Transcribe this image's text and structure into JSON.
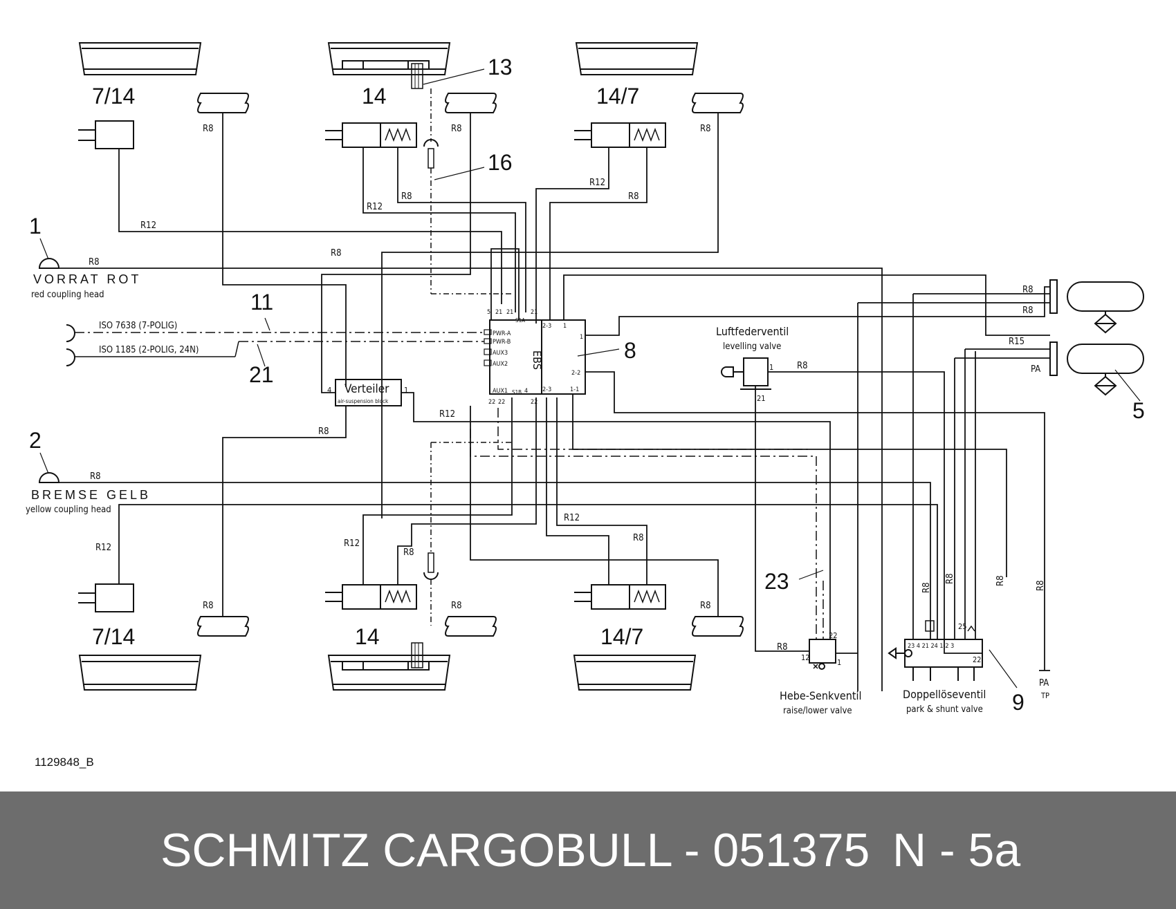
{
  "drawing_id": "1129848_B",
  "footer": {
    "brand": "SCHMITZ CARGOBULL - 051375",
    "code": "N - 5a"
  },
  "callouts": {
    "c1": "1",
    "c2": "2",
    "c5": "5",
    "c8": "8",
    "c9": "9",
    "c11": "11",
    "c13": "13",
    "c16": "16",
    "c21": "21",
    "c23": "23"
  },
  "chamber_labels": {
    "top_left": "7/14",
    "top_mid": "14",
    "top_right": "14/7",
    "bot_left": "7/14",
    "bot_mid": "14",
    "bot_right": "14/7"
  },
  "couplings": {
    "red_title": "VORRAT ROT",
    "red_sub": "red coupling head",
    "yellow_title": "BREMSE GELB",
    "yellow_sub": "yellow coupling head",
    "iso1": "ISO 7638 (7-POLIG)",
    "iso2": "ISO 1185 (2-POLIG, 24N)"
  },
  "pipes": {
    "r8": "R8",
    "r12": "R12",
    "r15": "R15"
  },
  "ebs": {
    "label": "EBS",
    "pwr_a": "PWR-A",
    "pwr_b": "PWR-B",
    "aux3": "AUX3",
    "aux2": "AUX2",
    "aux1": "AUX1",
    "p5": "5",
    "p21a": "21",
    "p21b": "21",
    "s1a": "S1A",
    "p21c": "21",
    "p23t": "2-3",
    "p1": "1",
    "p1r": "1",
    "p22r": "2-2",
    "p23b": "2-3",
    "p11": "1-1",
    "p4": "4",
    "s1b": "S1B",
    "p22a": "22",
    "p22b": "22",
    "p22c": "22"
  },
  "verteiler": {
    "title": "Verteiler",
    "sub": "air-suspension block",
    "port4": "4",
    "port1": "1"
  },
  "levelling": {
    "title": "Luftfederventil",
    "sub": "levelling valve",
    "port1": "1",
    "port21": "21"
  },
  "raise_lower": {
    "title": "Hebe-Senkventil",
    "sub": "raise/lower valve",
    "p22": "22",
    "p12": "12",
    "p1": "1"
  },
  "park_shunt": {
    "title": "Doppellöseventil",
    "sub": "park & shunt valve",
    "ports": "23 4 21 24 1-2 3",
    "p22": "22",
    "p25": "25"
  },
  "tank": {
    "pa": "PA",
    "pa2": "PA",
    "tp": "TP"
  }
}
